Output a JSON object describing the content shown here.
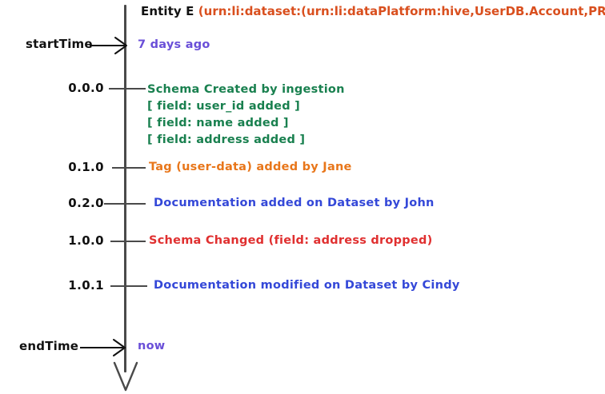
{
  "diagram": {
    "kind": "entity-timeline",
    "background_color": "#ffffff",
    "axis_color": "#4a4a4a"
  },
  "title": {
    "entity_label": "Entity E",
    "urn": "(urn:li:dataset:(urn:li:dataPlatform:hive,UserDB.Account,PROD)"
  },
  "bounds": {
    "start": {
      "label": "startTime",
      "value": "7 days ago",
      "color": "#6a4fd8"
    },
    "end": {
      "label": "endTime",
      "value": "now",
      "color": "#6a4fd8"
    }
  },
  "colors": {
    "purple": "#6a4fd8",
    "green": "#19804f",
    "orange": "#e8761a",
    "blue": "#3448d8",
    "red": "#e03030",
    "black": "#111111"
  },
  "events": [
    {
      "version": "0.0.0",
      "color": "#19804f",
      "text": "Schema Created by ingestion",
      "details": [
        "[ field: user_id added ]",
        "[ field: name added ]",
        "[ field: address added ]"
      ]
    },
    {
      "version": "0.1.0",
      "color": "#e8761a",
      "text": "Tag (user-data) added by Jane",
      "details": []
    },
    {
      "version": "0.2.0",
      "color": "#3448d8",
      "text": "Documentation added on Dataset by John",
      "details": []
    },
    {
      "version": "1.0.0",
      "color": "#e03030",
      "text": "Schema Changed (field: address dropped)",
      "details": []
    },
    {
      "version": "1.0.1",
      "color": "#3448d8",
      "text": "Documentation modified on Dataset by Cindy",
      "details": []
    }
  ]
}
